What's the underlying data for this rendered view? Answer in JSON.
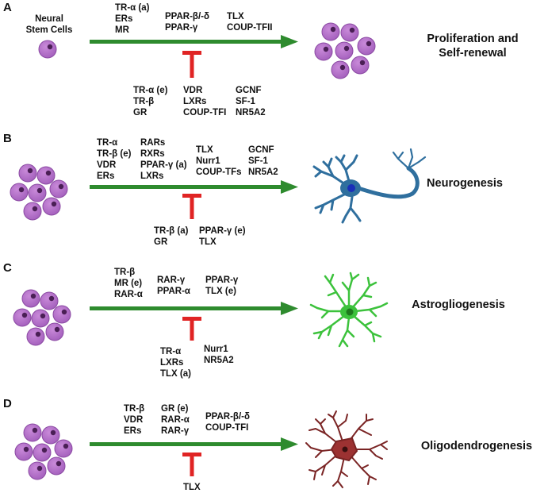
{
  "colors": {
    "arrow": "#2e8b2e",
    "inhibitor": "#e02424",
    "stem_cell_fill": "#b06bc6",
    "stem_cell_stroke": "#8b4aa3",
    "stem_cell_nucleus": "#4a1f55",
    "neuron": "#2f6f9e",
    "neuron_nucleus": "#1a2fb8",
    "astrocyte": "#3cc23c",
    "astrocyte_nucleus": "#1e7a1e",
    "oligodendrocyte": "#7a2424",
    "oligodendrocyte_body": "#9c3232"
  },
  "panels": [
    {
      "letter": "A",
      "start_label": [
        "Neural",
        "Stem Cells"
      ],
      "promoters": [
        [
          "TR-α (a)",
          "ERs",
          "MR"
        ],
        [
          "PPAR-β/-δ",
          "PPAR-γ"
        ],
        [
          "TLX",
          "COUP-TFII"
        ]
      ],
      "inhibitors": [
        [
          "TR-α (e)",
          "TR-β",
          "GR"
        ],
        [
          "VDR",
          "LXRs",
          "COUP-TFI"
        ],
        [
          "GCNF",
          "SF-1",
          "NR5A2"
        ]
      ],
      "outcome": [
        "Proliferation and",
        "Self-renewal"
      ]
    },
    {
      "letter": "B",
      "promoters": [
        [
          "TR-α",
          "TR-β (e)",
          "VDR",
          "ERs"
        ],
        [
          "RARs",
          "RXRs",
          "PPAR-γ (a)",
          "LXRs"
        ],
        [
          "TLX",
          "Nurr1",
          "COUP-TFs"
        ],
        [
          "GCNF",
          "SF-1",
          "NR5A2"
        ]
      ],
      "inhibitors": [
        [
          "TR-β (a)",
          "GR"
        ],
        [
          "PPAR-γ (e)",
          "TLX"
        ]
      ],
      "outcome": [
        "Neurogenesis"
      ]
    },
    {
      "letter": "C",
      "promoters": [
        [
          "TR-β",
          "MR (e)",
          "RAR-α"
        ],
        [
          "RAR-γ",
          "PPAR-α"
        ],
        [
          "PPAR-γ",
          "TLX (e)"
        ]
      ],
      "inhibitors": [
        [
          "TR-α",
          "LXRs",
          "TLX (a)"
        ],
        [
          "Nurr1",
          "NR5A2"
        ]
      ],
      "outcome": [
        "Astrogliogenesis"
      ]
    },
    {
      "letter": "D",
      "promoters": [
        [
          "TR-β",
          "VDR",
          "ERs"
        ],
        [
          "GR (e)",
          "RAR-α",
          "RAR-γ"
        ],
        [
          "PPAR-β/-δ",
          "COUP-TFI"
        ]
      ],
      "inhibitors": [
        [
          "TLX"
        ]
      ],
      "outcome": [
        "Oligodendrogenesis"
      ]
    }
  ]
}
